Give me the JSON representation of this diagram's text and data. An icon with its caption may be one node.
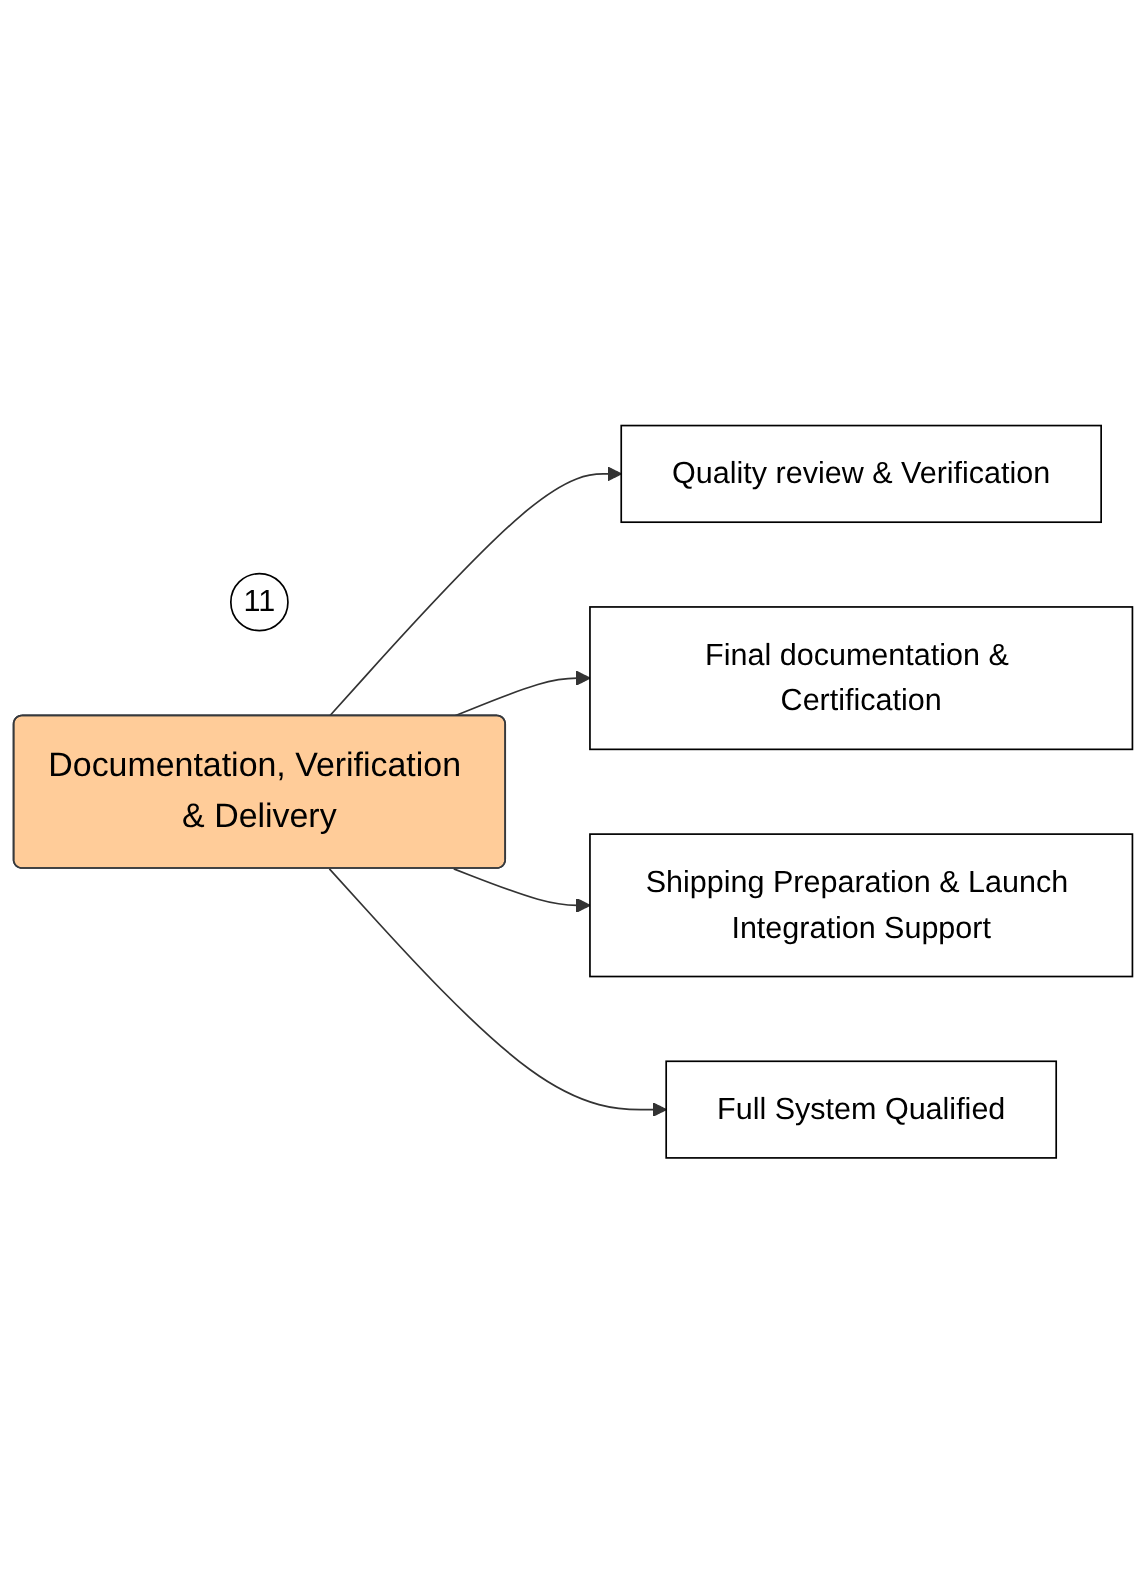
{
  "diagram": {
    "nodes": [
      {
        "text": [
          "11"
        ]
      },
      {
        "text": [
          "Documentation, Verification & Delivery"
        ]
      },
      {
        "text": [
          "Quality review & Verification"
        ]
      },
      {
        "text": [
          "Final documentation & Certification"
        ]
      },
      {
        "text": [
          "Shipping Preparation & Launch Integration Support"
        ]
      },
      {
        "text": [
          "Full System Qualified"
        ]
      }
    ],
    "edges": [
      {
        "from": 1,
        "to": 2,
        "arrow": "to"
      },
      {
        "from": 1,
        "to": 3,
        "arrow": "to"
      },
      {
        "from": 1,
        "to": 4,
        "arrow": "to"
      },
      {
        "from": 1,
        "to": 5,
        "arrow": "to"
      }
    ]
  }
}
